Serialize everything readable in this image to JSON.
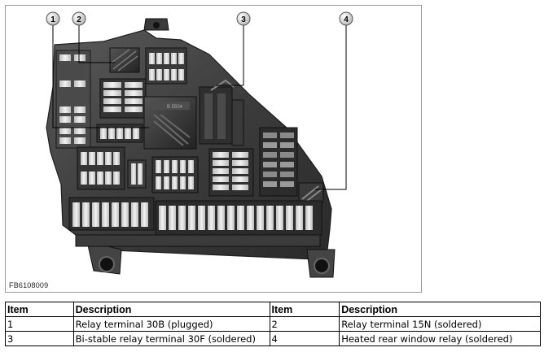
{
  "figure": {
    "code": "FB6108009",
    "callouts": [
      "1",
      "2",
      "3",
      "4"
    ],
    "component_marking": "B 5504"
  },
  "legend": {
    "headers": [
      "Item",
      "Description",
      "Item",
      "Description"
    ],
    "rows": [
      [
        "1",
        "Relay terminal 30B (plugged)",
        "2",
        "Relay terminal 15N (soldered)"
      ],
      [
        "3",
        "Bi-stable relay terminal 30F (soldered)",
        "4",
        "Heated rear window relay (soldered)"
      ]
    ]
  }
}
